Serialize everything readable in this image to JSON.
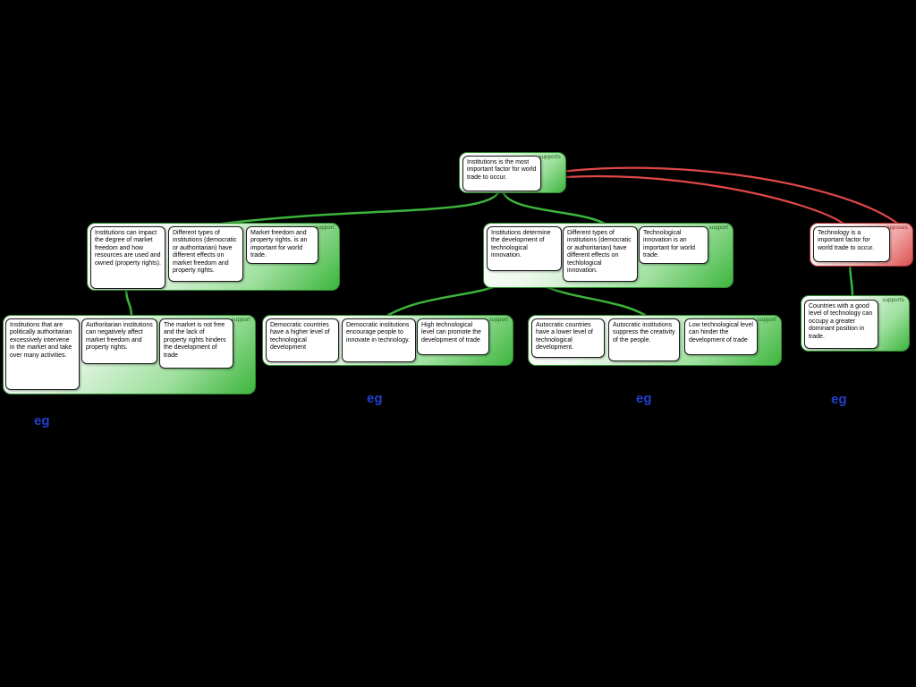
{
  "diagram": {
    "background": "#000000",
    "colors": {
      "support_green": "#3cb43c",
      "oppose_red": "#e04848",
      "eg_blue": "#2240cc"
    },
    "root": {
      "tag": "supports",
      "text": "Institutions is the most important factor for world trade to occur."
    },
    "groups": [
      {
        "id": "support-market-freedom",
        "tag": "support",
        "boxes": [
          "Institutions can impact the degree of market freedom and how resources are used and owned (property rights).",
          "Different types of institutions (democratic or authoritarian) have different effects on market freedom and property rights.",
          "Market freedom and property rights. is an important for world trade."
        ]
      },
      {
        "id": "support-tech-innovation",
        "tag": "support",
        "boxes": [
          "Institutions determine the development of technological innovation.",
          "Different types of institutions (democratic or authoritarian) have different effects on techlological innovation.",
          "Technological innovation is an important for world trade."
        ]
      },
      {
        "id": "oppose-technology",
        "tag": "opposes",
        "boxes": [
          "Technology is a important factor for world trade to occur."
        ]
      },
      {
        "id": "support-authoritarian-market",
        "tag": "support",
        "boxes": [
          "Institutions that are politically authoritarian excessively intervene in the market and take over many activities.",
          "Authoritarian institutions can negatively affect market freedom and property rights.",
          "The market is not free and the lack of property rights hinders the development of trade"
        ]
      },
      {
        "id": "support-democratic-tech",
        "tag": "support",
        "boxes": [
          "Democratic countries have a higher level of technological development",
          "Democratic institutions encourage people to innovate in technology.",
          "High technological level can promote the development of trade"
        ]
      },
      {
        "id": "support-autocratic-tech",
        "tag": "support",
        "boxes": [
          "Autocratic countries have a lower level of technological development.",
          "Autocratic institutions suppress the creativity of the people.",
          "Low technological level can hinder the development of trade"
        ]
      },
      {
        "id": "supports-tech-dominance",
        "tag": "supports",
        "boxes": [
          "Countries with a good level of technology can occupy a greater dominant position in trade."
        ]
      }
    ],
    "eg_labels": [
      "eg",
      "eg",
      "eg",
      "eg"
    ]
  }
}
